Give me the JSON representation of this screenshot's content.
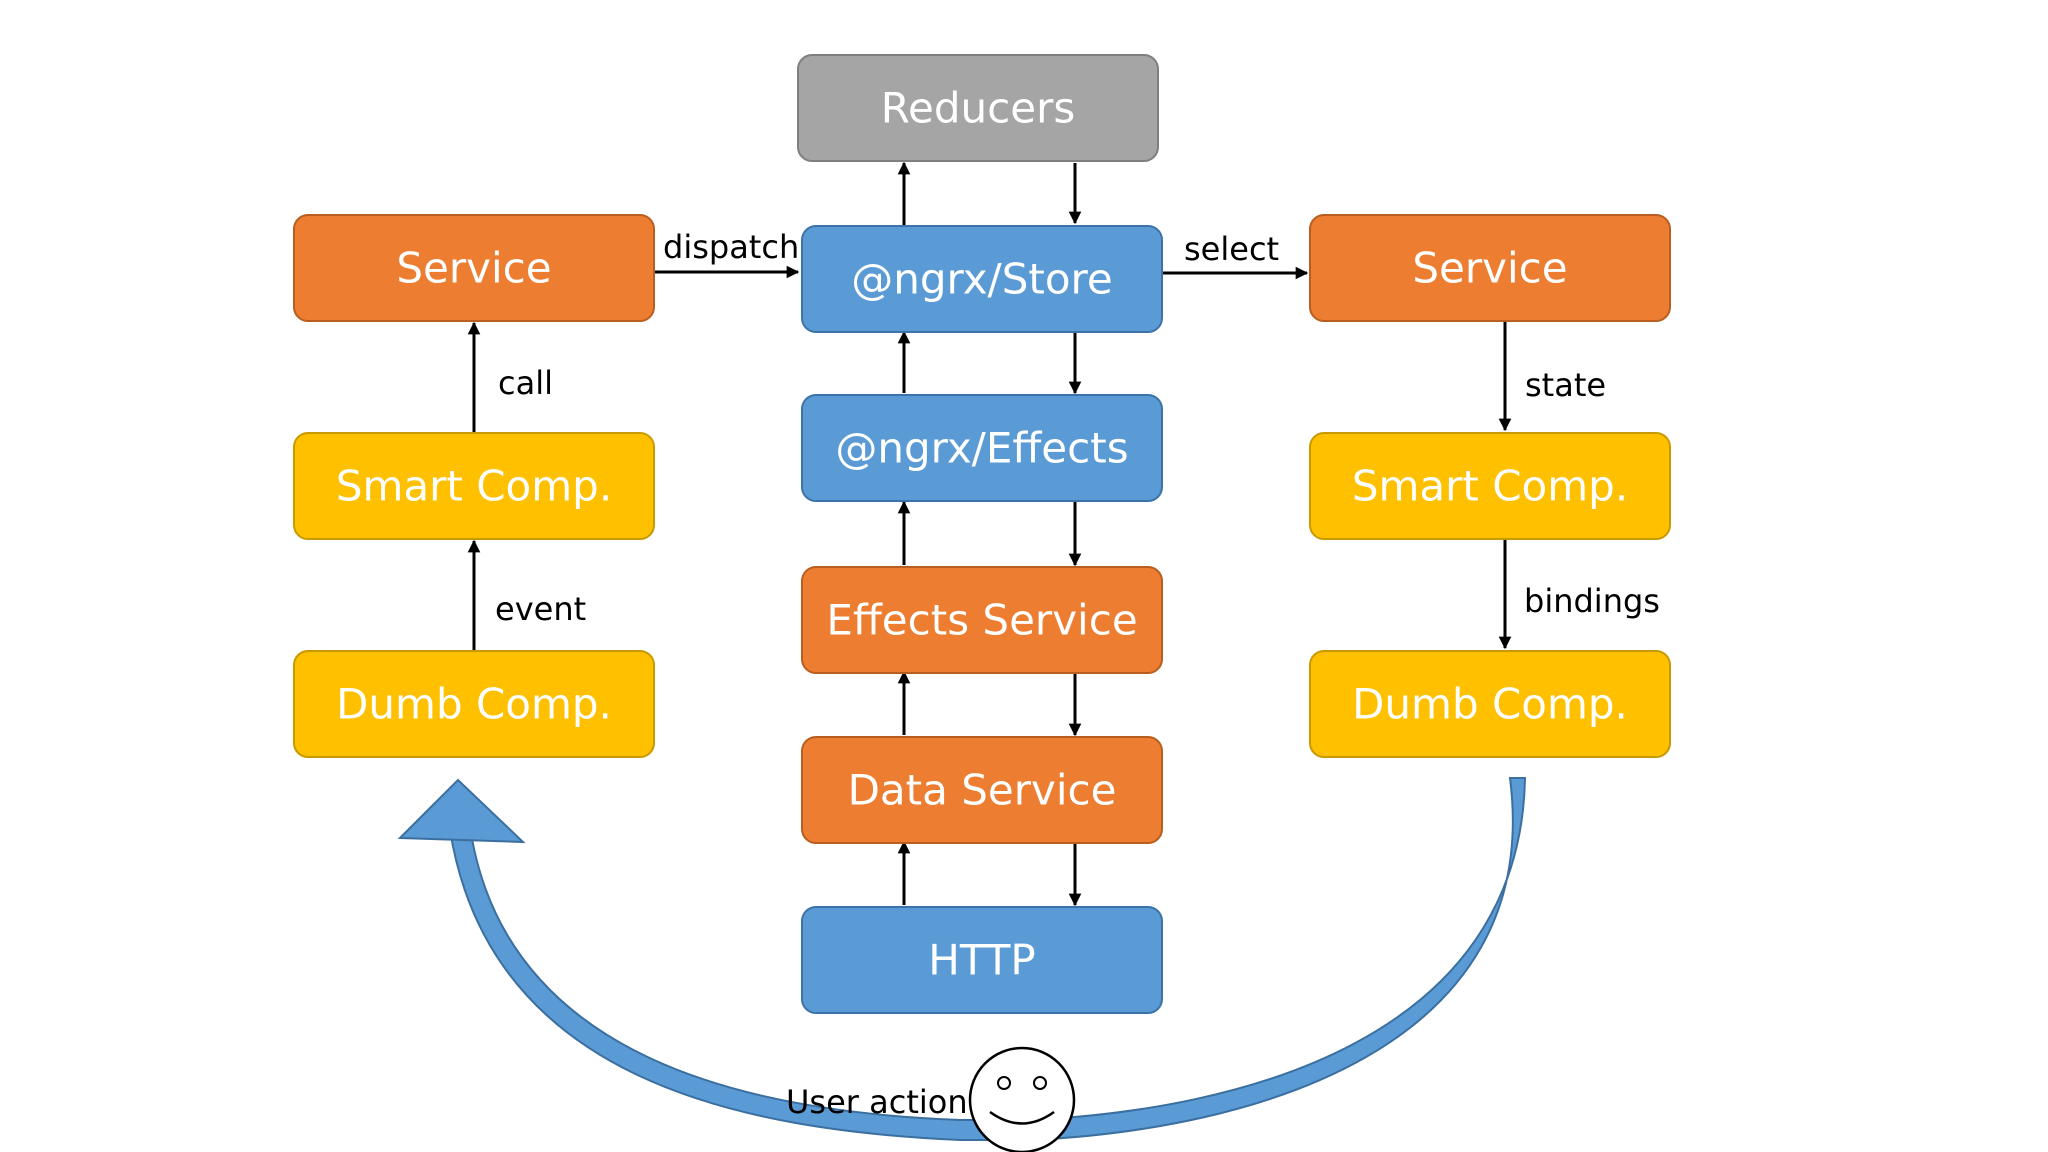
{
  "colors": {
    "orange": "#ED7D31",
    "orange_border": "#B85E1F",
    "yellow": "#FFC000",
    "yellow_border": "#C89A00",
    "blue": "#5B9BD5",
    "blue_border": "#3D73A8",
    "gray": "#A5A5A5",
    "gray_border": "#7F7F7F",
    "curve": "#5B9BD5",
    "curve_border": "#3A6FA0",
    "edge": "#000000"
  },
  "nodes": {
    "reducers": "Reducers",
    "store": "@ngrx/Store",
    "effects": "@ngrx/Effects",
    "effects_service": "Effects Service",
    "data_service": "Data Service",
    "http": "HTTP",
    "left_service": "Service",
    "left_smart": "Smart Comp.",
    "left_dumb": "Dumb Comp.",
    "right_service": "Service",
    "right_smart": "Smart Comp.",
    "right_dumb": "Dumb Comp."
  },
  "edges": {
    "dispatch": "dispatch",
    "select": "select",
    "call": "call",
    "event": "event",
    "state": "state",
    "bindings": "bindings",
    "user_action": "User action"
  },
  "icons": {
    "user": "smiley-face-icon"
  }
}
